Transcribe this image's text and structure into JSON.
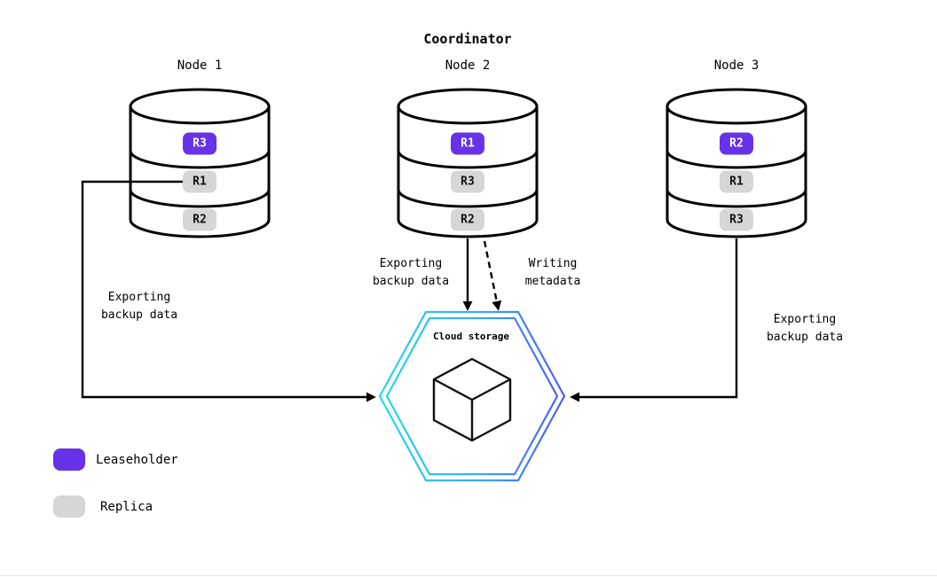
{
  "title": "Coordinator",
  "nodes": [
    {
      "label": "Node 1",
      "replicas": [
        {
          "label": "R3",
          "type": "leaseholder"
        },
        {
          "label": "R1",
          "type": "replica"
        },
        {
          "label": "R2",
          "type": "replica"
        }
      ]
    },
    {
      "label": "Node 2",
      "replicas": [
        {
          "label": "R1",
          "type": "leaseholder"
        },
        {
          "label": "R3",
          "type": "replica"
        },
        {
          "label": "R2",
          "type": "replica"
        }
      ]
    },
    {
      "label": "Node 3",
      "replicas": [
        {
          "label": "R2",
          "type": "leaseholder"
        },
        {
          "label": "R1",
          "type": "replica"
        },
        {
          "label": "R3",
          "type": "replica"
        }
      ]
    }
  ],
  "cloud_storage": {
    "label": "Cloud storage"
  },
  "edge_labels": {
    "node1_export": "Exporting\nbackup data",
    "node2_export": "Exporting\nbackup data",
    "node2_metadata": "Writing\nmetadata",
    "node3_export": "Exporting\nbackup data"
  },
  "legend": [
    {
      "label": "Leaseholder",
      "type": "leaseholder"
    },
    {
      "label": "Replica",
      "type": "replica"
    }
  ],
  "colors": {
    "leaseholder": "#6633e8",
    "replica": "#d6d6d6",
    "hex_start": "#24d8f2",
    "hex_mid": "#38aef4",
    "hex_end": "#4f5cf2",
    "line": "#000000"
  }
}
